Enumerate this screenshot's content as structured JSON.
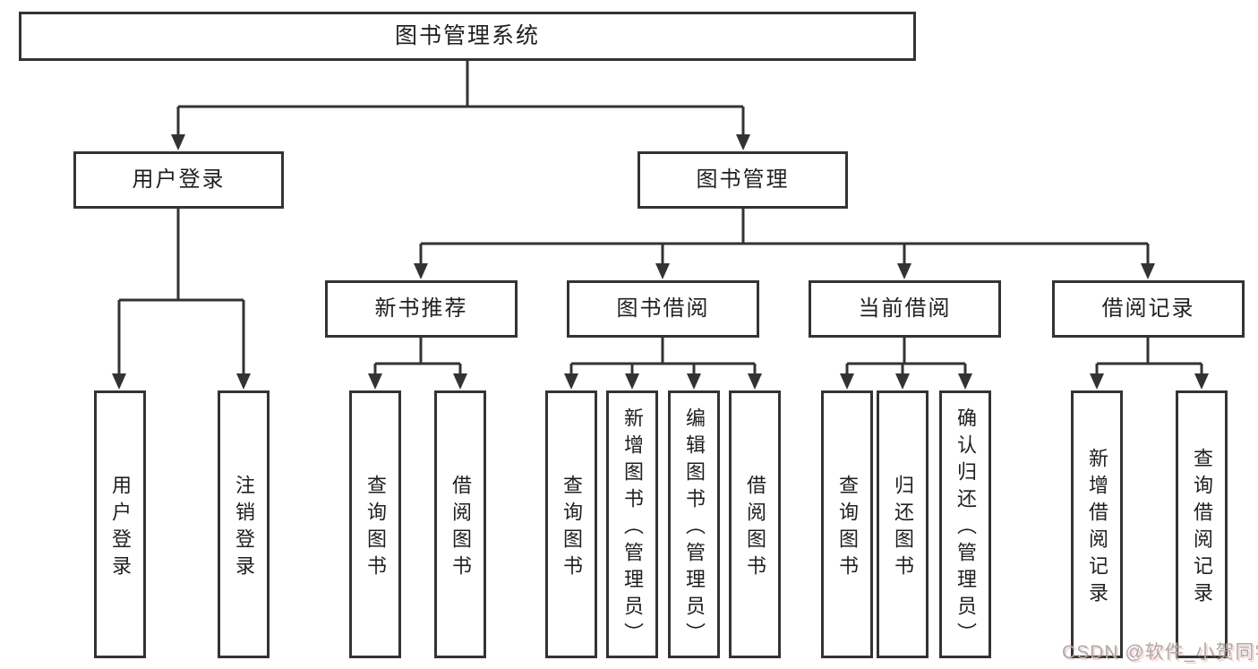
{
  "colors": {
    "line": "#333333",
    "node_border": "#333333",
    "node_text": "#1f1f1f",
    "background": "#ffffff",
    "watermark_gray": "#ababab",
    "watermark_red_shadow": "#e76d6d"
  },
  "nodes": {
    "root": {
      "label": "图书管理系统"
    },
    "login": {
      "label": "用户登录",
      "children": [
        "用户登录",
        "注销登录"
      ]
    },
    "management": {
      "label": "图书管理",
      "branches": [
        {
          "label": "新书推荐",
          "children": [
            "查询图书",
            "借阅图书"
          ]
        },
        {
          "label": "图书借阅",
          "children": [
            "查询图书",
            "新增图书（管理员）",
            "编辑图书（管理员）",
            "借阅图书"
          ]
        },
        {
          "label": "当前借阅",
          "children": [
            "查询图书",
            "归还图书",
            "确认归还（管理员）"
          ]
        },
        {
          "label": "借阅记录",
          "children": [
            "新增借阅记录",
            "查询借阅记录"
          ]
        }
      ]
    }
  },
  "watermark": {
    "text": "CSDN @软件_小贺同学"
  }
}
